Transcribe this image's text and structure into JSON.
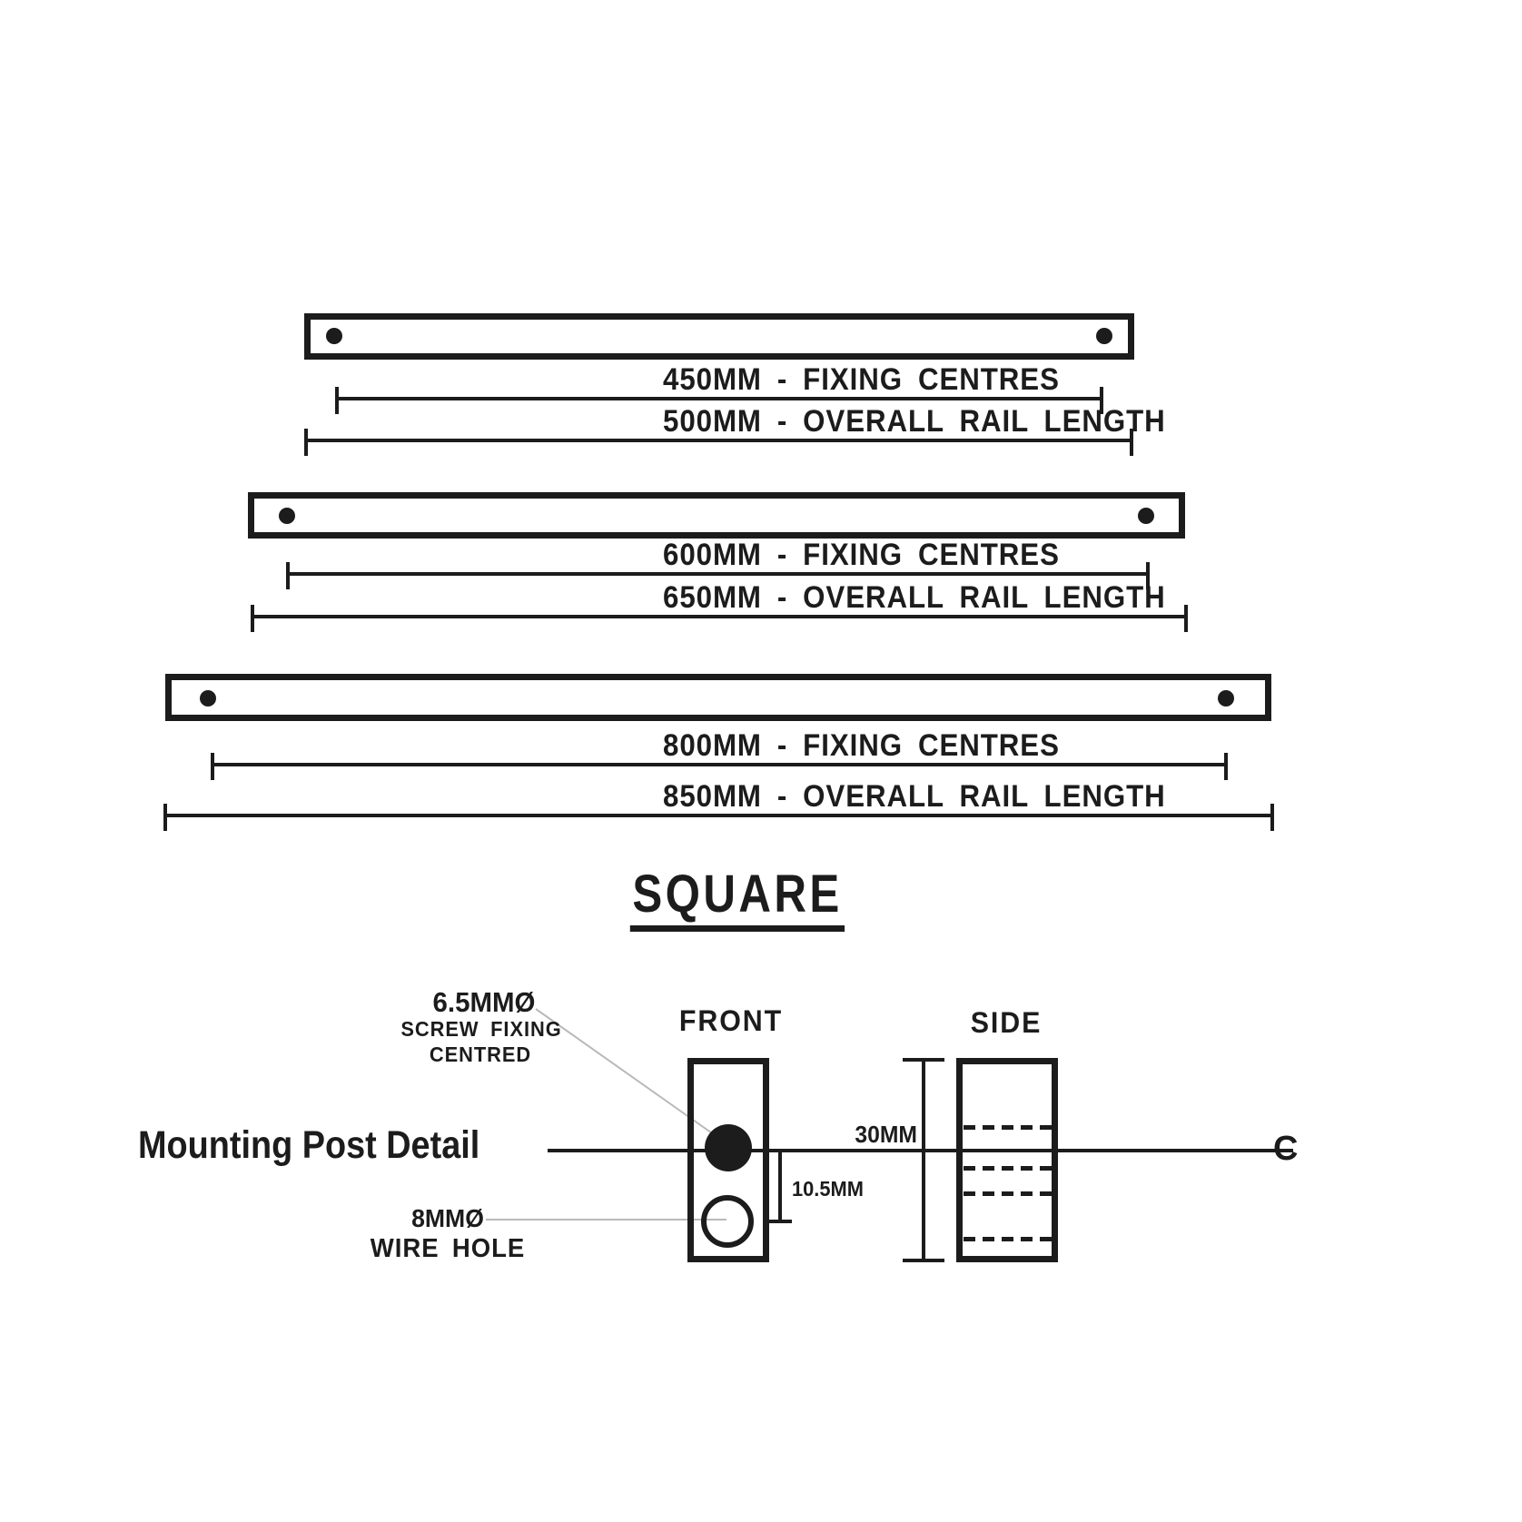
{
  "title": "SQUARE",
  "rails": [
    {
      "fixing_label": "450MM - FIXING CENTRES",
      "overall_label": "500MM - OVERALL RAIL LENGTH"
    },
    {
      "fixing_label": "600MM - FIXING CENTRES",
      "overall_label": "650MM - OVERALL RAIL LENGTH"
    },
    {
      "fixing_label": "800MM - FIXING CENTRES",
      "overall_label": "850MM - OVERALL RAIL LENGTH"
    }
  ],
  "detail": {
    "heading": "Mounting Post Detail",
    "front_label": "FRONT",
    "side_label": "SIDE",
    "screw_note": {
      "dia": "6.5MMØ",
      "line2": "SCREW FIXING",
      "line3": "CENTRED"
    },
    "wire_note": {
      "dia": "8MMØ",
      "line2": "WIRE HOLE"
    },
    "height_dim": "30MM",
    "offset_dim": "10.5MM",
    "centerline_symbol": "C"
  },
  "colors": {
    "ink": "#1c1c1c",
    "leader_line": "#b9b9b9",
    "background": "#ffffff"
  }
}
